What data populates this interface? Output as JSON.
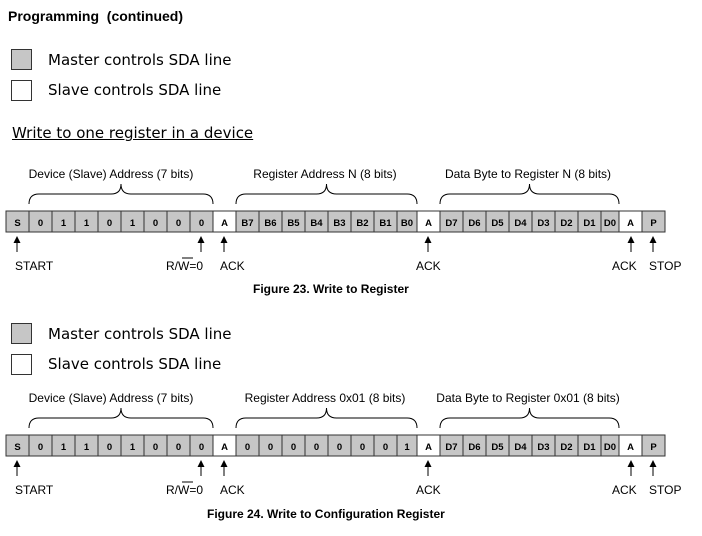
{
  "heading": "Programming  (continued)",
  "legend": {
    "master": "Master controls SDA line",
    "slave": "Slave controls SDA line"
  },
  "section_title": "Write to one register in a device",
  "fig1": {
    "groups": [
      "Device (Slave) Address (7 bits)",
      "Register Address N (8 bits)",
      "Data Byte to Register N (8 bits)"
    ],
    "cells": [
      {
        "t": "S",
        "m": true
      },
      {
        "t": "0",
        "m": true
      },
      {
        "t": "1",
        "m": true
      },
      {
        "t": "1",
        "m": true
      },
      {
        "t": "0",
        "m": true
      },
      {
        "t": "1",
        "m": true
      },
      {
        "t": "0",
        "m": true
      },
      {
        "t": "0",
        "m": true
      },
      {
        "t": "0",
        "m": true
      },
      {
        "t": "A",
        "m": false
      },
      {
        "t": "B7",
        "m": true
      },
      {
        "t": "B6",
        "m": true
      },
      {
        "t": "B5",
        "m": true
      },
      {
        "t": "B4",
        "m": true
      },
      {
        "t": "B3",
        "m": true
      },
      {
        "t": "B2",
        "m": true
      },
      {
        "t": "B1",
        "m": true
      },
      {
        "t": "B0",
        "m": true
      },
      {
        "t": "A",
        "m": false
      },
      {
        "t": "D7",
        "m": true
      },
      {
        "t": "D6",
        "m": true
      },
      {
        "t": "D5",
        "m": true
      },
      {
        "t": "D4",
        "m": true
      },
      {
        "t": "D3",
        "m": true
      },
      {
        "t": "D2",
        "m": true
      },
      {
        "t": "D1",
        "m": true
      },
      {
        "t": "D0",
        "m": true
      },
      {
        "t": "A",
        "m": false
      },
      {
        "t": "P",
        "m": true
      }
    ],
    "markers": [
      "START",
      "R/W=0",
      "ACK",
      "ACK",
      "ACK",
      "STOP"
    ],
    "caption": "Figure 23.  Write to Register"
  },
  "fig2": {
    "groups": [
      "Device (Slave) Address (7 bits)",
      "Register Address 0x01 (8 bits)",
      "Data Byte to Register 0x01 (8 bits)"
    ],
    "cells": [
      {
        "t": "S",
        "m": true
      },
      {
        "t": "0",
        "m": true
      },
      {
        "t": "1",
        "m": true
      },
      {
        "t": "1",
        "m": true
      },
      {
        "t": "0",
        "m": true
      },
      {
        "t": "1",
        "m": true
      },
      {
        "t": "0",
        "m": true
      },
      {
        "t": "0",
        "m": true
      },
      {
        "t": "0",
        "m": true
      },
      {
        "t": "A",
        "m": false
      },
      {
        "t": "0",
        "m": true
      },
      {
        "t": "0",
        "m": true
      },
      {
        "t": "0",
        "m": true
      },
      {
        "t": "0",
        "m": true
      },
      {
        "t": "0",
        "m": true
      },
      {
        "t": "0",
        "m": true
      },
      {
        "t": "0",
        "m": true
      },
      {
        "t": "1",
        "m": true
      },
      {
        "t": "A",
        "m": false
      },
      {
        "t": "D7",
        "m": true
      },
      {
        "t": "D6",
        "m": true
      },
      {
        "t": "D5",
        "m": true
      },
      {
        "t": "D4",
        "m": true
      },
      {
        "t": "D3",
        "m": true
      },
      {
        "t": "D2",
        "m": true
      },
      {
        "t": "D1",
        "m": true
      },
      {
        "t": "D0",
        "m": true
      },
      {
        "t": "A",
        "m": false
      },
      {
        "t": "P",
        "m": true
      }
    ],
    "markers": [
      "START",
      "R/W=0",
      "ACK",
      "ACK",
      "ACK",
      "STOP"
    ],
    "caption": "Figure 24.  Write to Configuration Register"
  }
}
